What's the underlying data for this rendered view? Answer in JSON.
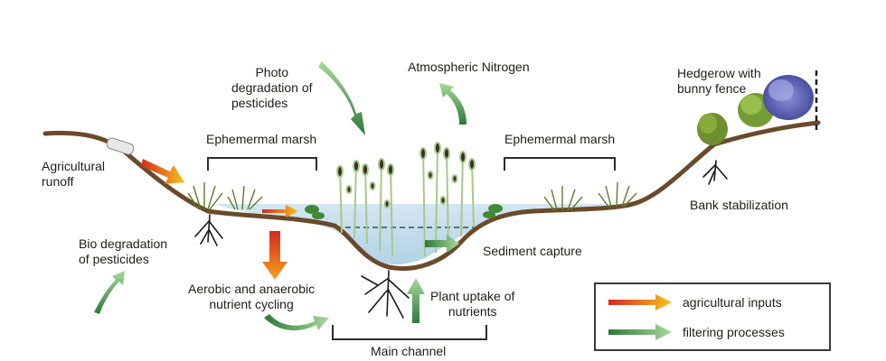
{
  "labels": {
    "photo_degradation": [
      "Photo",
      "degradation of",
      "pesticides"
    ],
    "atmospheric_nitrogen": "Atmospheric Nitrogen",
    "hedgerow": [
      "Hedgerow with",
      "bunny fence"
    ],
    "ephemeral_marsh_left": "Ephemermal marsh",
    "ephemeral_marsh_right": "Ephemermal marsh",
    "agricultural_runoff": [
      "Agricultural",
      "runoff"
    ],
    "bank_stabilization": "Bank stabilization",
    "bio_degradation": [
      "Bio degradation",
      "of pesticides"
    ],
    "sediment_capture": "Sediment capture",
    "aerobic_anaerobic": [
      "Aerobic and anaerobic",
      "nutrient cycling"
    ],
    "plant_uptake": [
      "Plant uptake of",
      "nutrients"
    ],
    "main_channel": "Main channel"
  },
  "legend": {
    "items": [
      {
        "label": "agricultural inputs",
        "kind": "agricultural"
      },
      {
        "label": "filtering processes",
        "kind": "filtering"
      }
    ]
  },
  "colors": {
    "soil": "#6b4a2b",
    "water": "#bcd9ea",
    "agricultural_start": "#d42a1f",
    "agricultural_end": "#f6c21b",
    "filtering_start": "#2c7a3b",
    "filtering_end": "#9fd38f",
    "roots": "#1a1a1a"
  }
}
